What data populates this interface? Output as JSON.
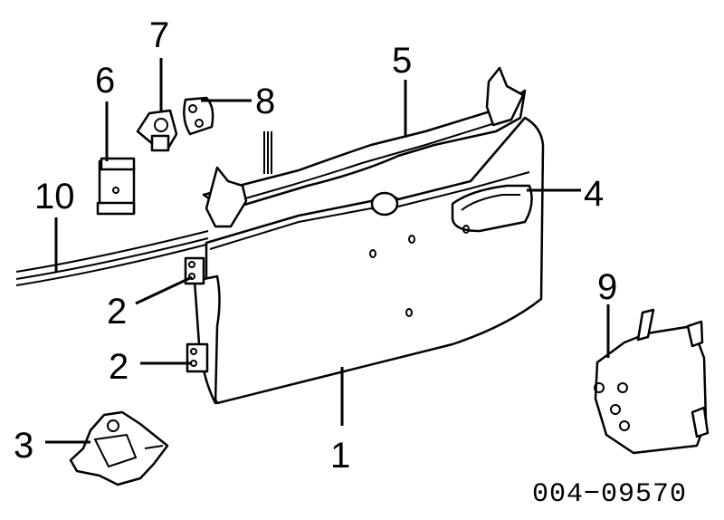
{
  "diagram": {
    "diagram_id": "004−09570",
    "callouts": [
      {
        "key": "c1",
        "label": "1"
      },
      {
        "key": "c2a",
        "label": "2"
      },
      {
        "key": "c2b",
        "label": "2"
      },
      {
        "key": "c3",
        "label": "3"
      },
      {
        "key": "c4",
        "label": "4"
      },
      {
        "key": "c5",
        "label": "5"
      },
      {
        "key": "c6",
        "label": "6"
      },
      {
        "key": "c7",
        "label": "7"
      },
      {
        "key": "c8",
        "label": "8"
      },
      {
        "key": "c9",
        "label": "9"
      },
      {
        "key": "c10",
        "label": "10"
      }
    ]
  }
}
